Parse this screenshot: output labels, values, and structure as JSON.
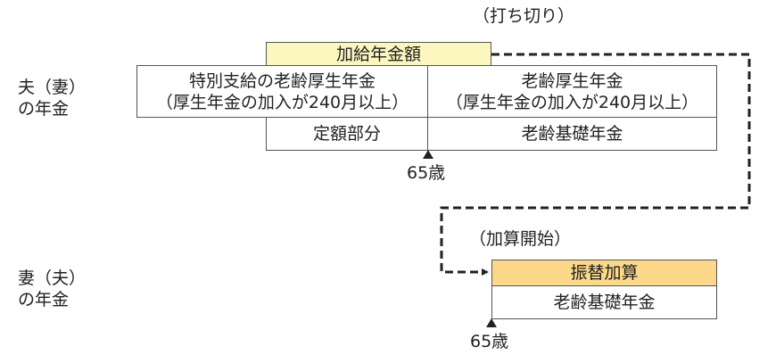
{
  "labels": {
    "cutoff": "（打ち切り）",
    "start": "（加算開始）",
    "husband_pension_line1": "夫（妻）",
    "husband_pension_line2": "の年金",
    "wife_pension_line1": "妻（夫）",
    "wife_pension_line2": "の年金",
    "age_65_top": "65歳",
    "age_65_bottom": "65歳"
  },
  "boxes": {
    "spouse_addition": "加給年金額",
    "special_pension_line1": "特別支給の老齢厚生年金",
    "special_pension_line2": "（厚生年金の加入が240月以上）",
    "old_age_welfare_line1": "老齢厚生年金",
    "old_age_welfare_line2": "（厚生年金の加入が240月以上）",
    "fixed_part": "定額部分",
    "basic_pension_top": "老齢基礎年金",
    "transfer_addition": "振替加算",
    "basic_pension_bottom": "老齢基礎年金"
  },
  "colors": {
    "spouse_addition_fill": "#fbf7be",
    "transfer_addition_fill": "#fbd88a",
    "border": "#555555",
    "arrow": "#222222"
  }
}
